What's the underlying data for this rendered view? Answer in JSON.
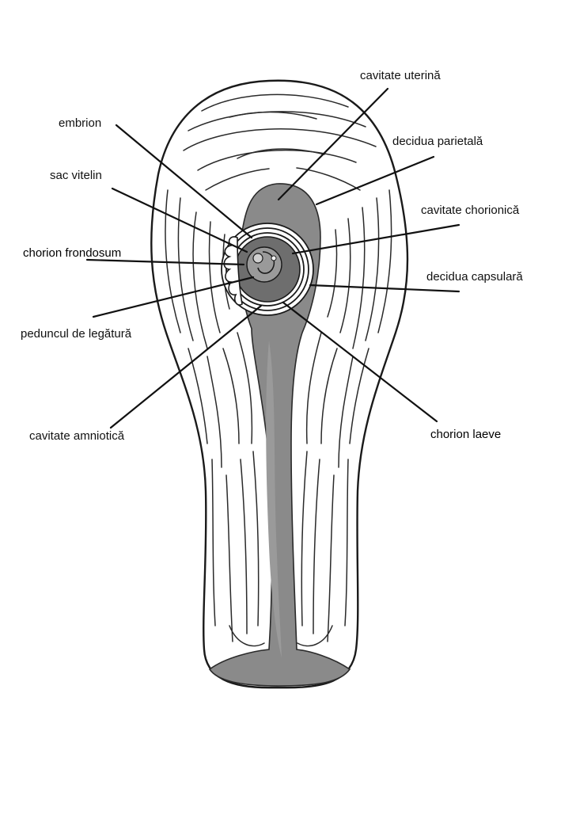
{
  "labels": {
    "cavitate_uterina": "cavitate  uterină",
    "embrion": "embrion",
    "decidua_parietala": "decidua parietală",
    "sac_vitelin": "sac vitelin",
    "cavitate_chorionica": "cavitate  chorionică",
    "chorion_frondosum": "chorion frondosum",
    "decidua_capsulara": "decidua capsulară",
    "peduncul_de_legatura": "peduncul de legătură",
    "cavitate_amniotica": "cavitate  amniotică",
    "chorion_laeve": "chorion laeve"
  },
  "colors": {
    "uterine_cavity": "#8a8a8a",
    "chorionic_cavity": "#6e6e6e",
    "wall": "#ffffff",
    "line": "#1a1a1a"
  }
}
